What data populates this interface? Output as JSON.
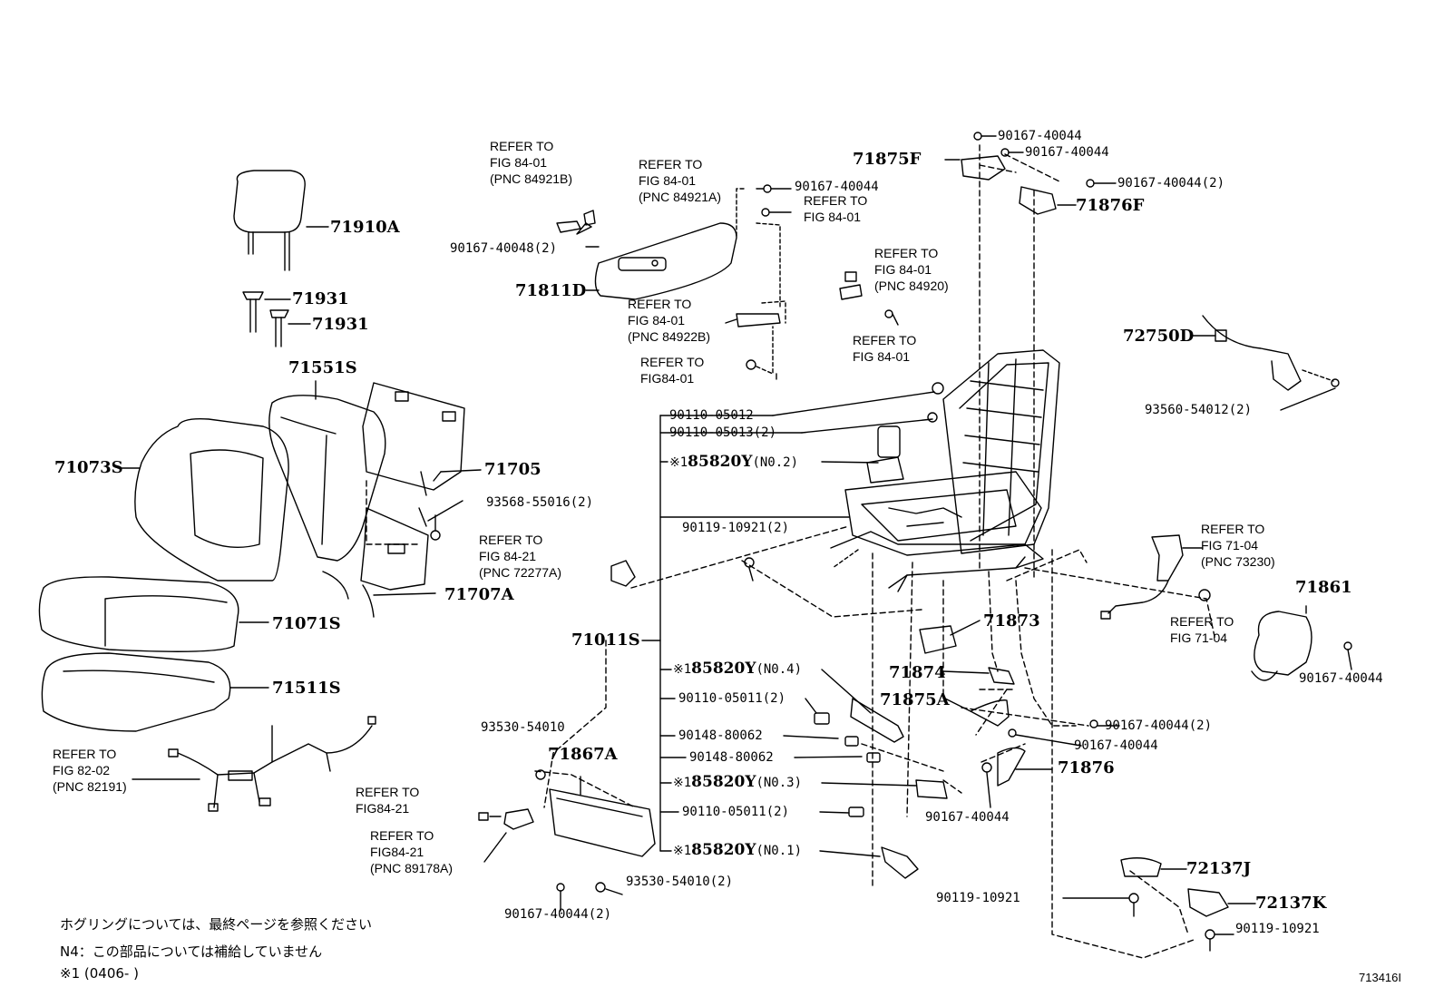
{
  "parts": {
    "p71910A": "71910A",
    "p71931a": "71931",
    "p71931b": "71931",
    "p71551S": "71551S",
    "p71073S": "71073S",
    "p71705": "71705",
    "p71707A": "71707A",
    "p71071S": "71071S",
    "p71511S": "71511S",
    "p71811D": "71811D",
    "p71875F": "71875F",
    "p71876F": "71876F",
    "p72750D": "72750D",
    "p71011S": "71011S",
    "p71867A": "71867A",
    "p71873": "71873",
    "p71874": "71874",
    "p71875A": "71875A",
    "p71876": "71876",
    "p71861": "71861",
    "p72137J": "72137J",
    "p72137K": "72137K"
  },
  "callouts": {
    "c1": "90167-40044",
    "c2": "90167-40044",
    "c3": "90167-40044(2)",
    "c4": "90167-40044",
    "c5": "90167-40048(2)",
    "c6": "93560-54012(2)",
    "c7": "90110-05012",
    "c8": "90110-05013(2)",
    "c9": "90119-10921(2)",
    "c10": "93568-55016(2)",
    "c11": "90110-05011(2)",
    "c12": "90148-80062",
    "c13": "90148-80062",
    "c14": "90110-05011(2)",
    "c15": "93530-54010",
    "c16": "93530-54010(2)",
    "c17": "90167-40044(2)",
    "c18": "90167-40044(2)",
    "c19": "90167-40044",
    "c20": "90167-40044",
    "c21": "90167-40044",
    "c22": "90119-10921",
    "c23": "90119-10921"
  },
  "motors": {
    "m1_code": "85820Y",
    "m1_no": "(N0.2)",
    "m2_code": "85820Y",
    "m2_no": "(N0.4)",
    "m3_code": "85820Y",
    "m3_no": "(N0.3)",
    "m4_code": "85820Y",
    "m4_no": "(N0.1)",
    "prefix": "※1"
  },
  "refs": {
    "r1": [
      "REFER TO",
      "FIG 84-01",
      "(PNC 84921B)"
    ],
    "r2": [
      "REFER TO",
      "FIG 84-01",
      "(PNC 84921A)"
    ],
    "r3": [
      "REFER TO",
      "FIG 84-01"
    ],
    "r4": [
      "REFER TO",
      "FIG 84-01",
      "(PNC 84922B)"
    ],
    "r5": [
      "REFER TO",
      "FIG84-01"
    ],
    "r6": [
      "REFER TO",
      "FIG 84-01",
      "(PNC 84920)"
    ],
    "r7": [
      "REFER TO",
      "FIG 84-01"
    ],
    "r8": [
      "REFER TO",
      "FIG 84-21",
      "(PNC 72277A)"
    ],
    "r9": [
      "REFER TO",
      "FIG 71-04",
      "(PNC 73230)"
    ],
    "r10": [
      "REFER TO",
      "FIG 71-04"
    ],
    "r11": [
      "REFER TO",
      "FIG 82-02",
      "(PNC 82191)"
    ],
    "r12": [
      "REFER TO",
      "FIG84-21"
    ],
    "r13": [
      "REFER TO",
      "FIG84-21",
      "(PNC 89178A)"
    ]
  },
  "notes": {
    "n1": "ホグリングについては、最終ページを参照ください",
    "n2": "N4：この部品については補給していません",
    "n3": "※1 (0406-      )"
  },
  "figure_id": "713416I"
}
